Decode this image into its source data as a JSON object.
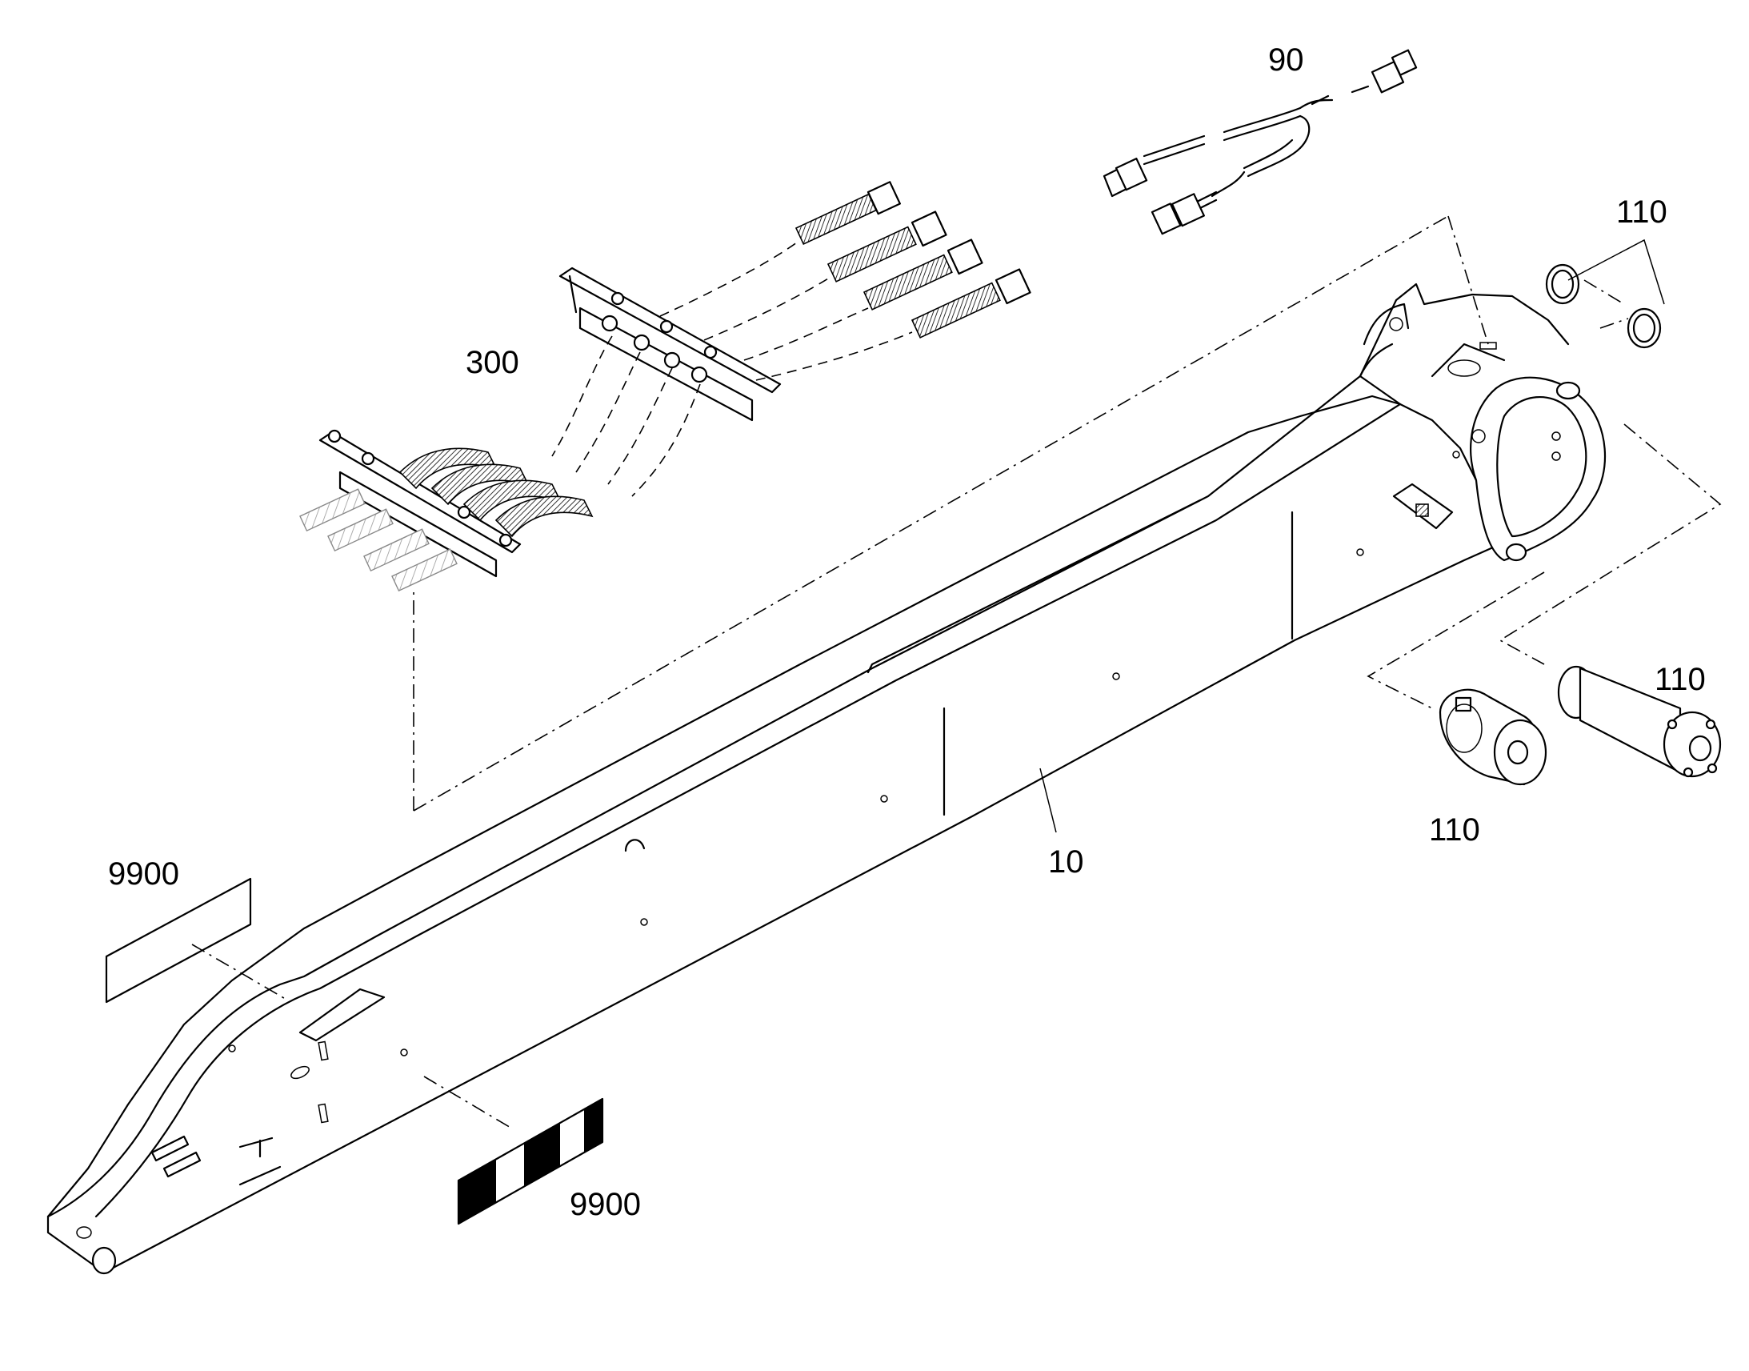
{
  "labels": {
    "part_10": "10",
    "part_90": "90",
    "part_110_top": "110",
    "part_110_right": "110",
    "part_110_bottom": "110",
    "part_300": "300",
    "part_9900_top": "9900",
    "part_9900_bottom": "9900"
  }
}
